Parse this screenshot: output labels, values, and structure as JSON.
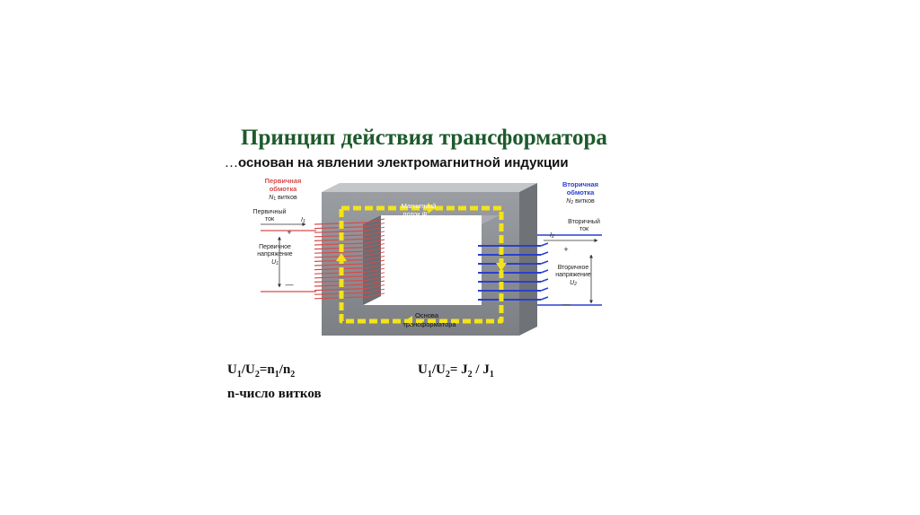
{
  "slide": {
    "title": "Принцип действия трансформатора",
    "subtitle_lead": "…",
    "subtitle": "основан на явлении электромагнитной индукции"
  },
  "diagram": {
    "primary_winding": {
      "line1": "Первичная",
      "line2": "обмотка",
      "turns_sym": "N",
      "turns_sub": "1",
      "turns_word": "витков"
    },
    "secondary_winding": {
      "line1": "Вторичная",
      "line2": "обмотка",
      "turns_sym": "N",
      "turns_sub": "2",
      "turns_word": "витков"
    },
    "primary_current": {
      "line1": "Первичный",
      "line2": "ток",
      "sym": "I",
      "sub": "1"
    },
    "secondary_current": {
      "line1": "Вторичный",
      "line2": "ток",
      "sym": "I",
      "sub": "2"
    },
    "primary_voltage": {
      "line1": "Первичное",
      "line2": "напряжение",
      "sym": "U",
      "sub": "1"
    },
    "secondary_voltage": {
      "line1": "Вторичное",
      "line2": "напряжение",
      "sym": "U",
      "sub": "2"
    },
    "magnetic_flux": {
      "line1": "Магнитный",
      "line2": "поток",
      "sym": "Ф"
    },
    "core": {
      "line1": "Основа",
      "line2": "трансформатора"
    },
    "plus": "+",
    "minus": "—",
    "colors": {
      "primary": "#d84a4a",
      "secondary": "#2a3fd0",
      "flux": "#f3e31a",
      "core": "#8f9297",
      "title": "#1d5a2c"
    }
  },
  "formulas": {
    "f1": {
      "a": "U",
      "a_sub": "1",
      "b": "U",
      "b_sub": "2",
      "c": "n",
      "c_sub": "1",
      "d": "n",
      "d_sub": "2"
    },
    "f2": {
      "a": "U",
      "a_sub": "1",
      "b": "U",
      "b_sub": "2",
      "c": "J",
      "c_sub": "2",
      "d": "J",
      "d_sub": "1"
    },
    "note": "n-число витков"
  }
}
